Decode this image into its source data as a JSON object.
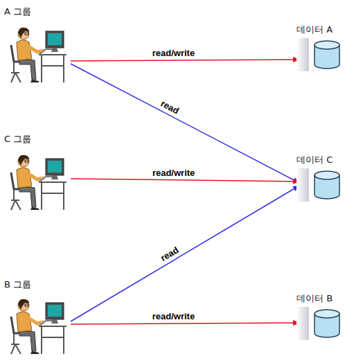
{
  "diagram": {
    "nodes": [
      {
        "text": [
          "A 그룹"
        ]
      },
      {
        "text": [
          "데이터 A"
        ]
      },
      {
        "text": [
          "C 그룹"
        ]
      },
      {
        "text": [
          "데이터 C"
        ]
      },
      {
        "text": [
          "B 그룹"
        ]
      },
      {
        "text": [
          "데이터 B"
        ]
      }
    ],
    "edges": [
      {
        "from": 0,
        "to": 1,
        "arrow": "to",
        "label": "read/write"
      },
      {
        "from": 0,
        "to": 3,
        "arrow": "to",
        "label": "read"
      },
      {
        "from": 2,
        "to": 3,
        "arrow": "to",
        "label": "read/write"
      },
      {
        "from": 4,
        "to": 3,
        "arrow": "to",
        "label": "read"
      },
      {
        "from": 4,
        "to": 5,
        "arrow": "to",
        "label": "read/write"
      }
    ]
  }
}
